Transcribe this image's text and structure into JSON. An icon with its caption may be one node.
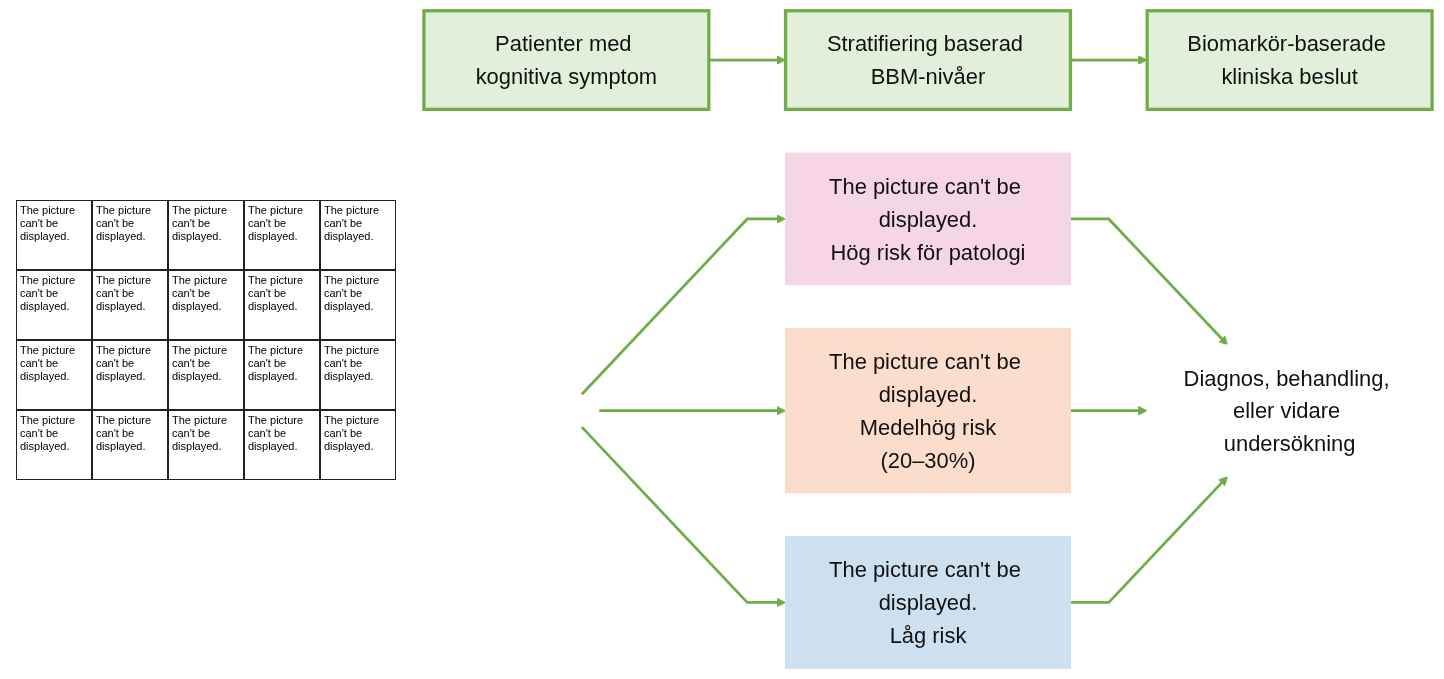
{
  "diagram": {
    "nodes": [
      {
        "text": [
          "Patienter med kognitiva symptom"
        ]
      },
      {
        "text": [
          "Stratifiering baserad BBM-nivåer"
        ]
      },
      {
        "text": [
          "Biomarkör-baserade kliniska beslut"
        ]
      },
      {
        "text": [
          "The picture can't be displayed.",
          "Hög risk för patologi"
        ]
      },
      {
        "text": [
          "The picture can't be displayed.",
          "Medelhög risk",
          "(20–30%)"
        ]
      },
      {
        "text": [
          "The picture can't be displayed.",
          "Låg risk"
        ]
      },
      {
        "text": [
          "Diagnos, behandling, eller vidare undersökning"
        ]
      }
    ],
    "edges": [
      {
        "from": 0,
        "to": 1,
        "arrow": "to"
      },
      {
        "from": 1,
        "to": 2,
        "arrow": "to"
      },
      {
        "from": null,
        "to": 3,
        "arrow": "to"
      },
      {
        "from": null,
        "to": 4,
        "arrow": "to"
      },
      {
        "from": null,
        "to": 5,
        "arrow": "to"
      },
      {
        "from": 3,
        "to": 6,
        "arrow": "to"
      },
      {
        "from": 4,
        "to": 6,
        "arrow": "to"
      },
      {
        "from": 5,
        "to": 6,
        "arrow": "to"
      }
    ],
    "labels": [
      "The picture can't be displayed.",
      "The picture can't be displayed.",
      "The picture can't be displayed.",
      "The picture can't be displayed.",
      "The picture can't be displayed.",
      "The picture can't be displayed.",
      "The picture can't be displayed.",
      "The picture can't be displayed.",
      "The picture can't be displayed.",
      "The picture can't be displayed.",
      "The picture can't be displayed.",
      "The picture can't be displayed.",
      "The picture can't be displayed.",
      "The picture can't be displayed.",
      "The picture can't be displayed.",
      "The picture can't be displayed.",
      "The picture can't be displayed.",
      "The picture can't be displayed.",
      "The picture can't be displayed.",
      "The picture can't be displayed."
    ]
  }
}
